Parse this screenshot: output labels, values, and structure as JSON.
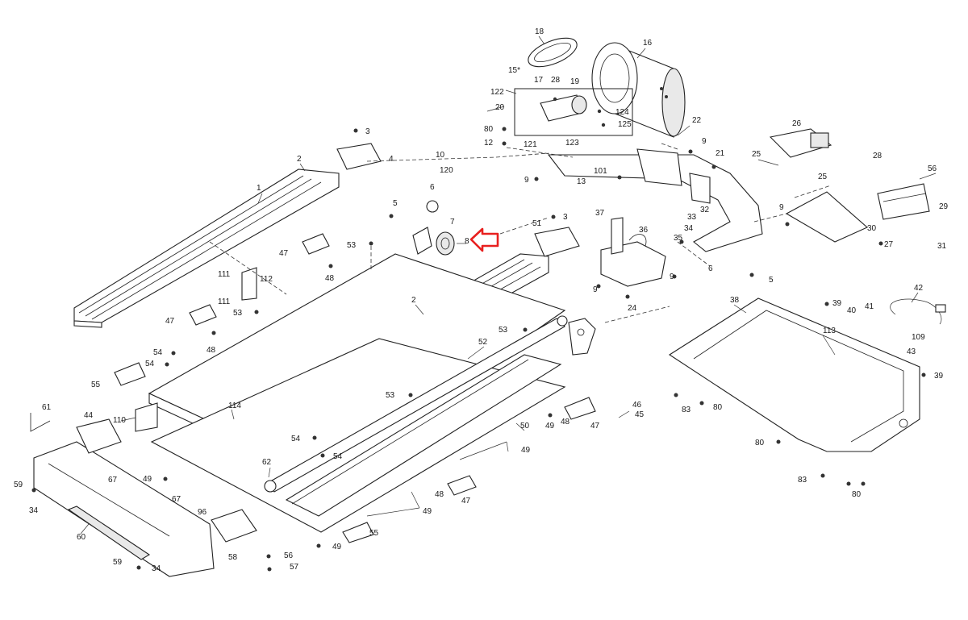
{
  "highlight_color": "#e8201f",
  "line_color": "#222222",
  "callouts": {
    "c1": "1",
    "c2": "2",
    "c2b": "2",
    "c3": "3",
    "c3b": "3",
    "c4": "4",
    "c5": "5",
    "c5b": "5",
    "c6": "6",
    "c6b": "6",
    "c7": "7",
    "c8": "8",
    "c9a": "9",
    "c9b": "9",
    "c9c": "9",
    "c9d": "9",
    "c9e": "9",
    "c10": "10",
    "c12": "12",
    "c13": "13",
    "c15": "15*",
    "c16": "16",
    "c17": "17",
    "c18": "18",
    "c19": "19",
    "c20": "20",
    "c21": "21",
    "c22": "22",
    "c24": "24",
    "c25a": "25",
    "c25b": "25",
    "c26": "26",
    "c27": "27",
    "c28a": "28",
    "c28b": "28",
    "c29": "29",
    "c30": "30",
    "c31": "31",
    "c32": "32",
    "c33": "33",
    "c34": "34",
    "c34a": "34",
    "c34b": "34",
    "c35": "35",
    "c36": "36",
    "c37": "37",
    "c38": "38",
    "c39a": "39",
    "c39b": "39",
    "c40": "40",
    "c41": "41",
    "c42": "42",
    "c43": "43",
    "c44": "44",
    "c45": "45",
    "c46": "46",
    "c47a": "47",
    "c47b": "47",
    "c47c": "47",
    "c47d": "47",
    "c48a": "48",
    "c48b": "48",
    "c48c": "48",
    "c48d": "48",
    "c49a": "49",
    "c49b": "49",
    "c49c": "49",
    "c49d": "49",
    "c49e": "49",
    "c50": "50",
    "c51": "51",
    "c52": "52",
    "c53a": "53",
    "c53b": "53",
    "c53c": "53",
    "c53d": "53",
    "c54a": "54",
    "c54b": "54",
    "c54c": "54",
    "c54d": "54",
    "c55a": "55",
    "c55b": "55",
    "c56a": "56",
    "c56b": "56",
    "c57": "57",
    "c58": "58",
    "c59a": "59",
    "c59b": "59",
    "c60": "60",
    "c61": "61",
    "c62": "62",
    "c67a": "67",
    "c67b": "67",
    "c80a": "80",
    "c80b": "80",
    "c80c": "80",
    "c80d": "80",
    "c83a": "83",
    "c83b": "83",
    "c96": "96",
    "c101": "101",
    "c109": "109",
    "c110": "110",
    "c111a": "111",
    "c111b": "111",
    "c112": "112",
    "c113": "113",
    "c114": "114",
    "c120": "120",
    "c121": "121",
    "c122": "122",
    "c123": "123",
    "c124": "124",
    "c125": "125"
  }
}
